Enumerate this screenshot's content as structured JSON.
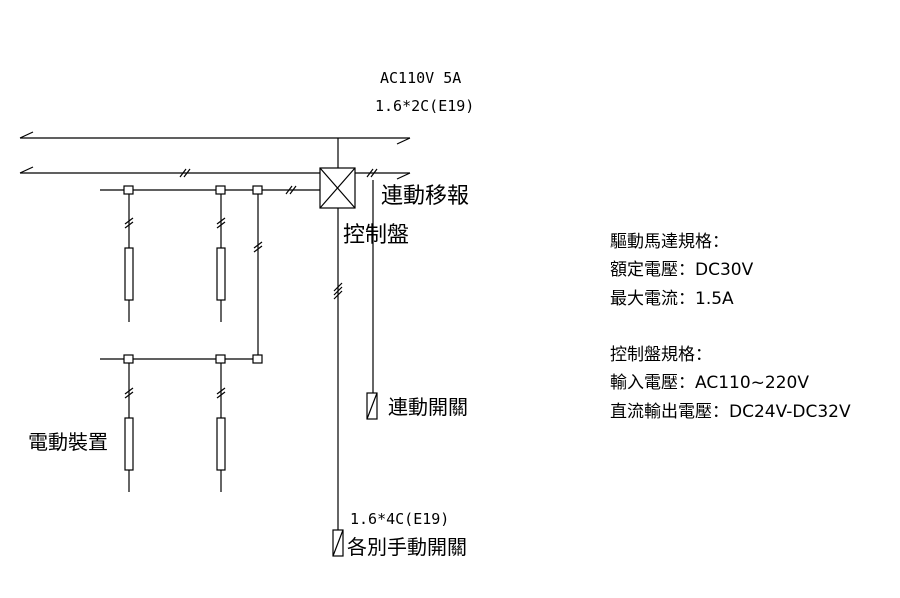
{
  "diagram": {
    "supply_rating": "AC110V 5A",
    "supply_cable": "1.6*2C(E19)",
    "link_relay": "連動移報",
    "control_panel": "控制盤",
    "link_switch": "連動開關",
    "electric_device": "電動裝置",
    "branch_cable": "1.6*4C(E19)",
    "manual_switch": "各別手動開關"
  },
  "specs": {
    "motor_title": "驅動馬達規格：",
    "motor_lines": [
      "額定電壓：DC30V",
      "最大電流：1.5A"
    ],
    "panel_title": "控制盤規格：",
    "panel_lines": [
      "輸入電壓：AC110~220V",
      "直流輸出電壓：DC24V-DC32V"
    ]
  },
  "colors": {
    "line": "#000000",
    "background": "#ffffff"
  }
}
